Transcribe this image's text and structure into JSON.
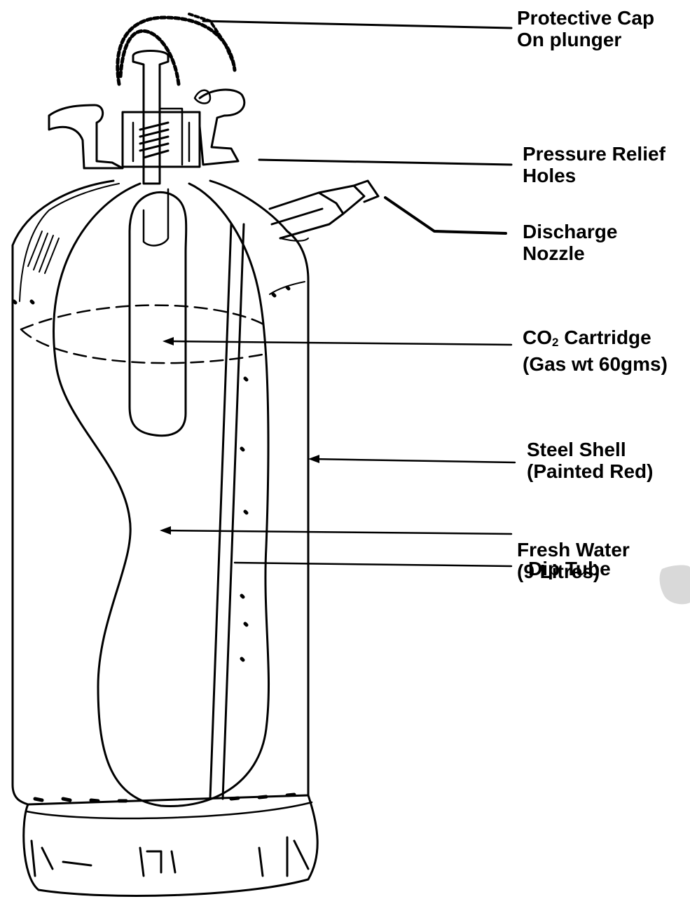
{
  "labels": {
    "protective_cap": {
      "line1": "Protective Cap",
      "line2": "On plunger"
    },
    "pressure_relief": {
      "line1": "Pressure Relief",
      "line2": "Holes"
    },
    "discharge_nozzle": {
      "line1": "Discharge",
      "line2": "Nozzle"
    },
    "co2_cartridge": {
      "line1_prefix": "CO",
      "line1_sub": "2",
      "line1_suffix": " Cartridge",
      "line2": "(Gas wt 60gms)"
    },
    "steel_shell": {
      "line1": "Steel Shell",
      "line2": "(Painted Red)"
    },
    "dip_tube": {
      "line1": "Dip Tube"
    },
    "fresh_water": {
      "line1": "Fresh Water",
      "line2": "(9 Litres)"
    }
  },
  "colors": {
    "ink": "#000000",
    "background": "#ffffff",
    "watermark": "#d9d9d9"
  }
}
